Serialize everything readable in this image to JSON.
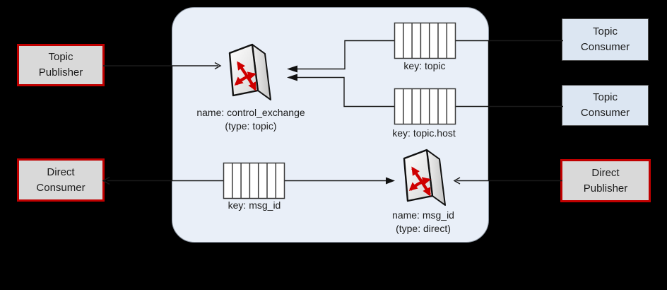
{
  "diagram": {
    "kind": "message-broker-flow",
    "broker_label": ""
  },
  "external_nodes": {
    "topic_publisher": {
      "label": "Topic Publisher"
    },
    "direct_consumer": {
      "label": "Direct Consumer"
    },
    "topic_consumer_1": {
      "label": "Topic Consumer"
    },
    "topic_consumer_2": {
      "label": "Topic Consumer"
    },
    "direct_publisher": {
      "label": "Direct Publisher"
    }
  },
  "broker": {
    "exchanges": {
      "control": {
        "name_label": "name: control_exchange",
        "type_label": "(type: topic)"
      },
      "direct": {
        "name_label": "name: msg_id",
        "type_label": "(type: direct)"
      }
    },
    "queues": {
      "topic": {
        "label": "key: topic"
      },
      "topic_host": {
        "label": "key: topic.host"
      },
      "msg_id": {
        "label": "key: msg_id"
      }
    }
  },
  "colors": {
    "background": "#000000",
    "broker_fill": "#e9eff8",
    "broker_border": "#8d96a2",
    "publisher_box_fill": "#d9d9d9",
    "publisher_box_border": "#c00000",
    "consumer_box_fill": "#dce6f2",
    "consumer_box_border": "#4d4d4d",
    "queue_fill": "#ffffff",
    "queue_border": "#3a3a3a",
    "connector_line": "#1a1a1a",
    "exchange_arrow_red": "#cf0000"
  }
}
